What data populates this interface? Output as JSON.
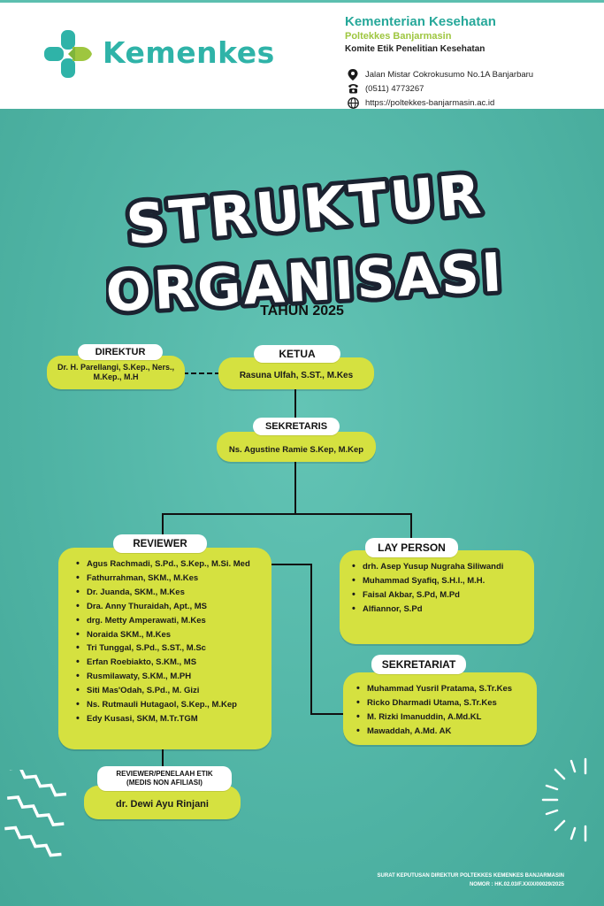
{
  "header": {
    "logo_text": "Kemenkes",
    "org_title": "Kementerian Kesehatan",
    "org_sub": "Poltekkes Banjarmasin",
    "org_sub2": "Komite Etik Penelitian Kesehatan",
    "address": "Jalan Mistar Cokrokusumo No.1A Banjarbaru",
    "phone": "(0511) 4773267",
    "website": "https://poltekkes-banjarmasin.ac.id",
    "icons": [
      "location-pin-icon",
      "telephone-icon",
      "globe-icon"
    ]
  },
  "title": {
    "line1": "STRUKTUR",
    "line2": "ORGANISASI",
    "year": "TAHUN 2025"
  },
  "direktur": {
    "label": "DIREKTUR",
    "name": "Dr. H. Parellangi, S.Kep., Ners., M.Kep., M.H"
  },
  "ketua": {
    "label": "KETUA",
    "name": "Rasuna Ulfah, S.ST., M.Kes"
  },
  "sekretaris": {
    "label": "SEKRETARIS",
    "name": "Ns. Agustine Ramie S.Kep, M.Kep"
  },
  "reviewer": {
    "label": "REVIEWER",
    "members": [
      "Agus Rachmadi, S.Pd., S.Kep., M.Si. Med",
      "Fathurrahman, SKM., M.Kes",
      "Dr. Juanda, SKM., M.Kes",
      "Dra. Anny Thuraidah, Apt., MS",
      "drg. Metty Amperawati, M.Kes",
      "Noraida SKM., M.Kes",
      "Tri Tunggal, S.Pd., S.ST., M.Sc",
      "Erfan Roebiakto, S.KM., MS",
      "Rusmilawaty, S.KM., M.PH",
      "Siti Mas'Odah, S.Pd., M. Gizi",
      "Ns. Rutmauli Hutagaol, S.Kep., M.Kep",
      "Edy Kusasi, SKM, M.Tr.TGM"
    ]
  },
  "reviewer_etik": {
    "label_line1": "REVIEWER/PENELAAH ETIK",
    "label_line2": "(MEDIS NON AFILIASI)",
    "name": "dr. Dewi Ayu Rinjani"
  },
  "lay_person": {
    "label": "LAY PERSON",
    "members": [
      "drh. Asep Yusup Nugraha Siliwandi",
      "Muhammad Syafiq, S.H.I., M.H.",
      "Faisal Akbar, S.Pd, M.Pd",
      "Alfiannor, S.Pd"
    ]
  },
  "sekretariat": {
    "label": "SEKRETARIAT",
    "members": [
      "Muhammad Yusril Pratama, S.Tr.Kes",
      "Ricko Dharmadi Utama, S.Tr.Kes",
      "M. Rizki Imanuddin, A.Md.KL",
      "Mawaddah, A.Md. AK"
    ]
  },
  "footer": {
    "line1": "SURAT KEPUTUSAN DIREKTUR POLTEKKES KEMENKES BANJARMASIN",
    "line2": "NOMOR : HK.02.03/F.XXIX/00029/2025"
  },
  "colors": {
    "background": "#52b8a8",
    "box": "#d5e140",
    "brand": "#2fb3a8",
    "brand_green": "#9ec63f"
  }
}
